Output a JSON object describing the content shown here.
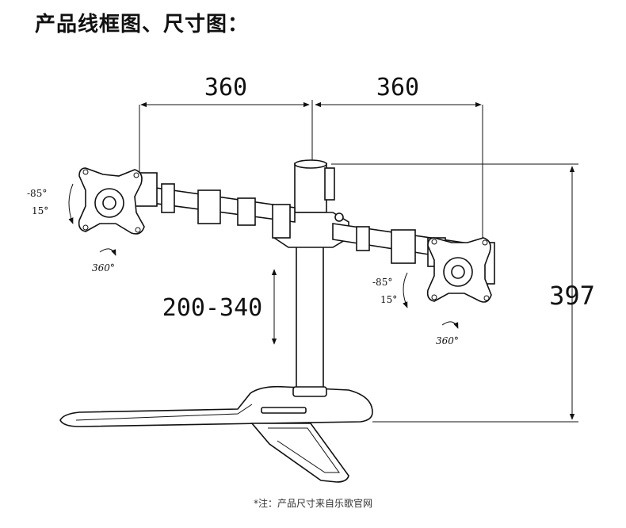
{
  "title": "产品线框图、尺寸图：",
  "dimensions": {
    "left_arm": "360",
    "right_arm": "360",
    "height": "397",
    "adjustable_height": "200-340"
  },
  "rotation_labels": {
    "left_tilt_up": "-85°",
    "left_tilt_down": "15°",
    "left_rotate": "360°",
    "right_tilt_up": "-85°",
    "right_tilt_down": "15°",
    "right_rotate": "360°"
  },
  "footnote": "*注：产品尺寸来自乐歌官网"
}
